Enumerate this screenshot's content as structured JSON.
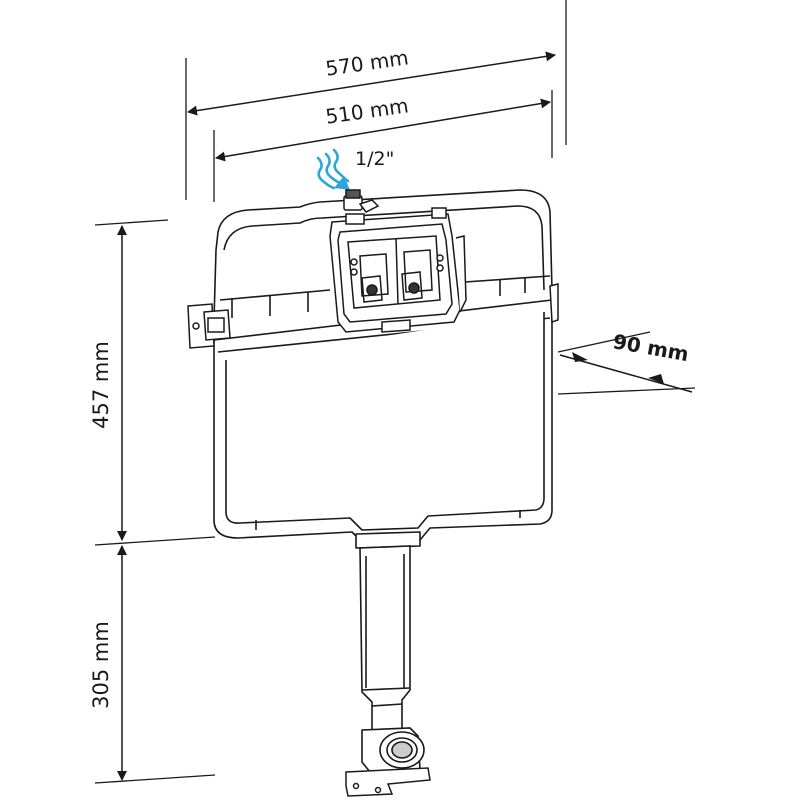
{
  "dimensions": {
    "overall_width": "570 mm",
    "frame_width": "510 mm",
    "inlet_size": "1/2\"",
    "depth": "90 mm",
    "cistern_height": "457 mm",
    "outlet_height": "305 mm"
  },
  "colors": {
    "line": "#1a1a1a",
    "inlet_arrow": "#2aa7d8",
    "background": "#ffffff"
  }
}
